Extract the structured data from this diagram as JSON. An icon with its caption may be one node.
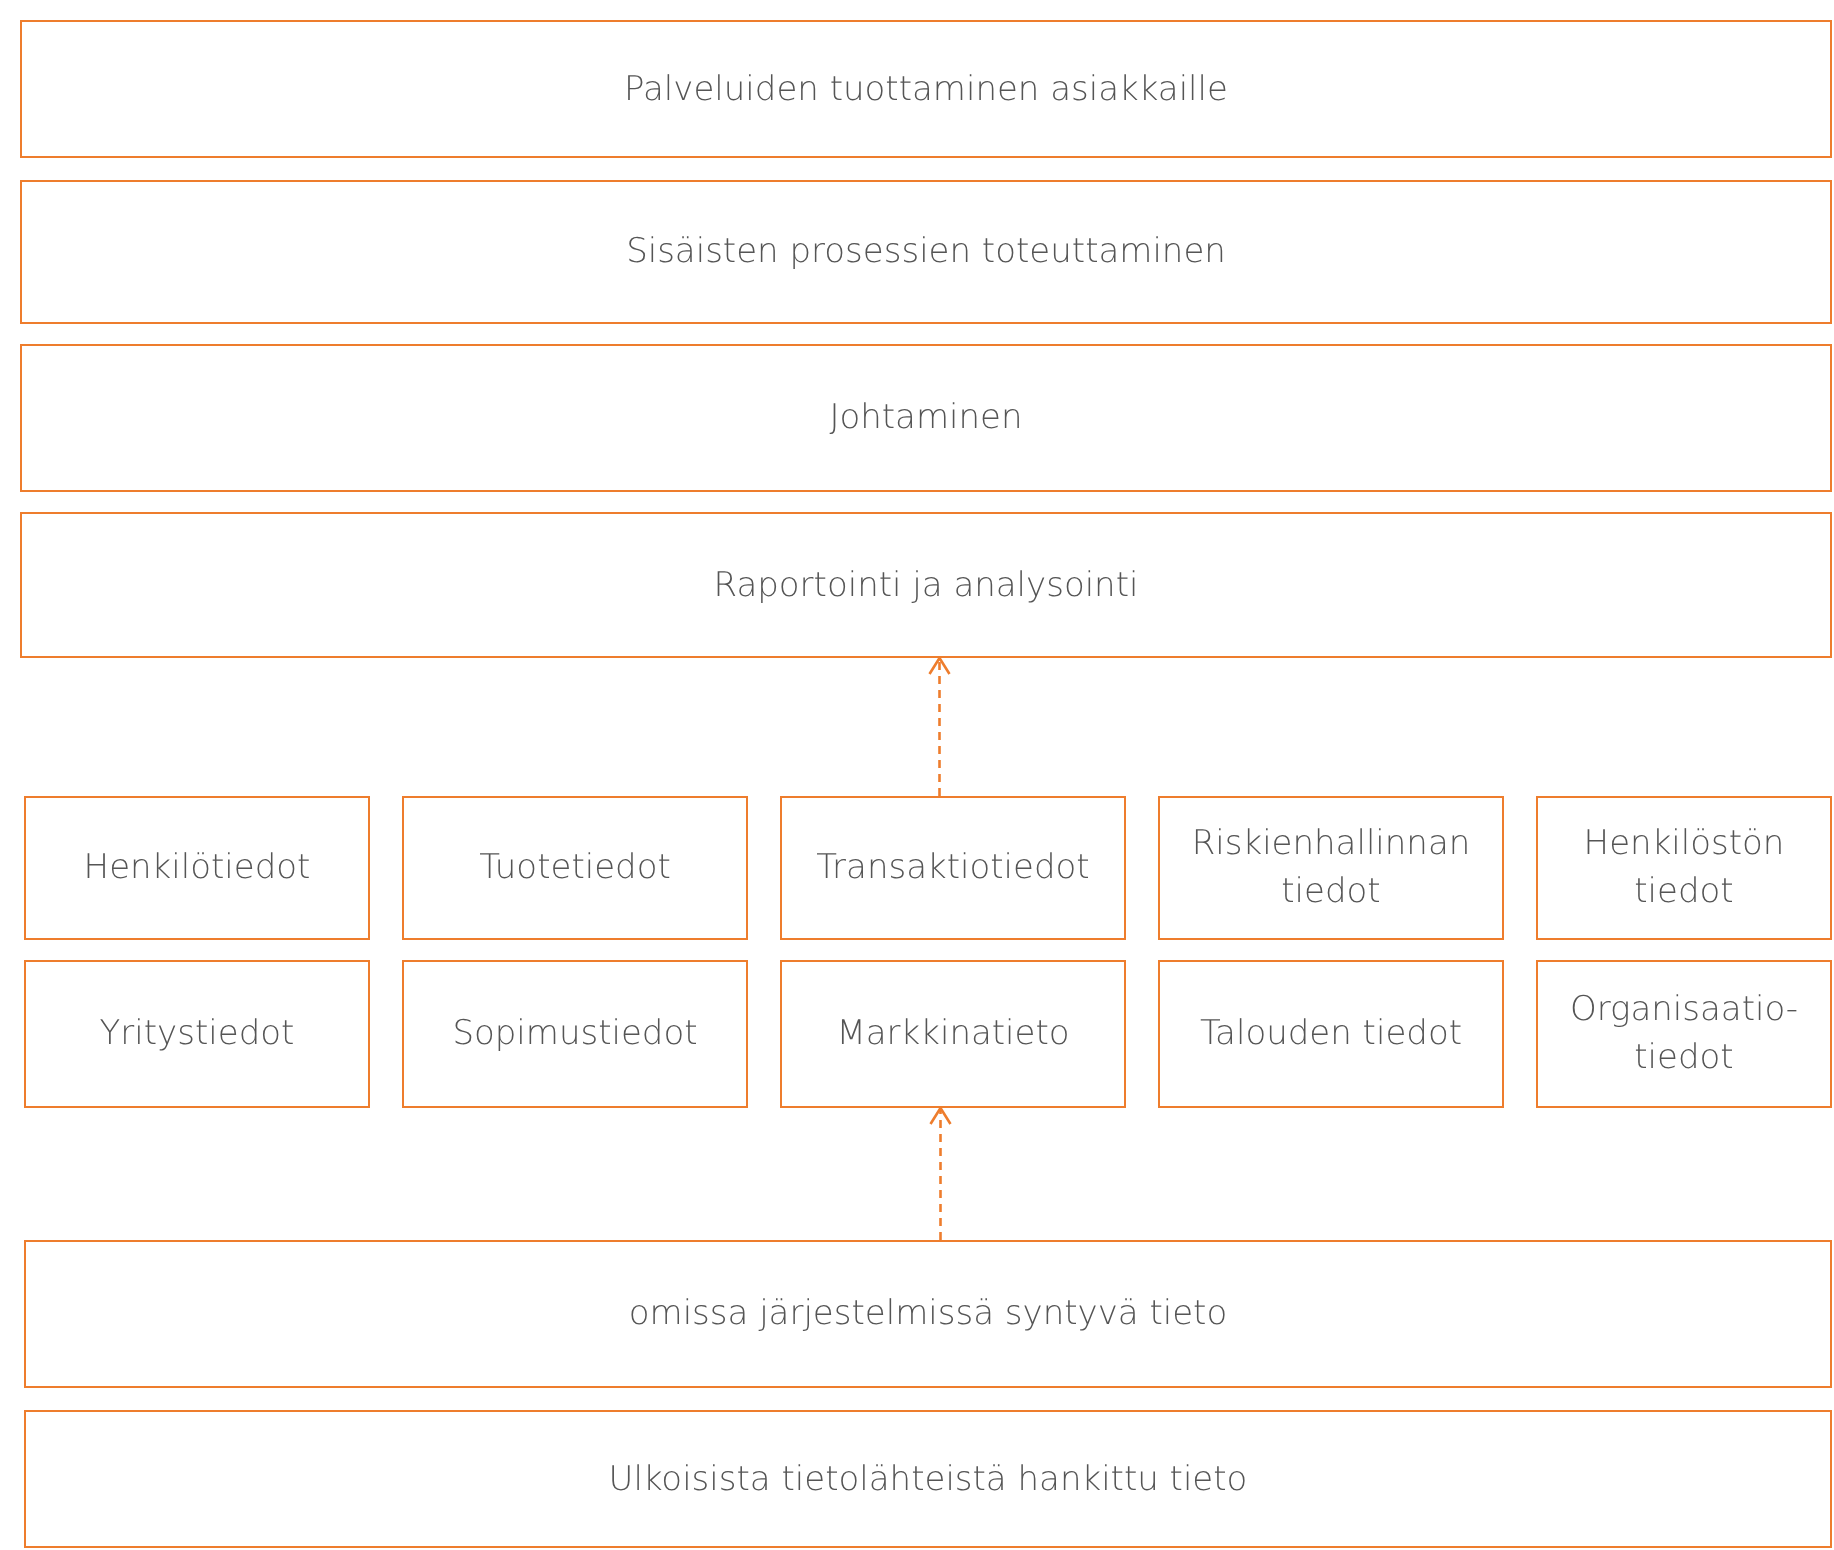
{
  "diagram": {
    "nodes": [
      {
        "text": [
          "Palveluiden tuottaminen asiakkaille"
        ]
      },
      {
        "text": [
          "Sisäisten prosessien toteuttaminen"
        ]
      },
      {
        "text": [
          "Johtaminen"
        ]
      },
      {
        "text": [
          "Raportointi ja analysointi"
        ]
      },
      {
        "text": [
          "Henkilötiedot"
        ]
      },
      {
        "text": [
          "Tuotetiedot"
        ]
      },
      {
        "text": [
          "Transaktiotiedot"
        ]
      },
      {
        "text": [
          "Riskienhallinnan tiedot"
        ]
      },
      {
        "text": [
          "Henkilöstön tiedot"
        ]
      },
      {
        "text": [
          "Yritystiedot"
        ]
      },
      {
        "text": [
          "Sopimustiedot"
        ]
      },
      {
        "text": [
          "Markkinatieto"
        ]
      },
      {
        "text": [
          "Talouden tiedot"
        ]
      },
      {
        "text": [
          "Organisaatio-tiedot"
        ]
      },
      {
        "text": [
          "omissa järjestelmissä syntyvä tieto"
        ]
      },
      {
        "text": [
          "Ulkoisista tietolähteistä hankittu tieto"
        ]
      }
    ],
    "edges": [
      {
        "from": 6,
        "to": 3,
        "arrow": "to",
        "style": "dashed"
      },
      {
        "from": 14,
        "to": 11,
        "arrow": "to",
        "style": "dashed"
      }
    ]
  }
}
